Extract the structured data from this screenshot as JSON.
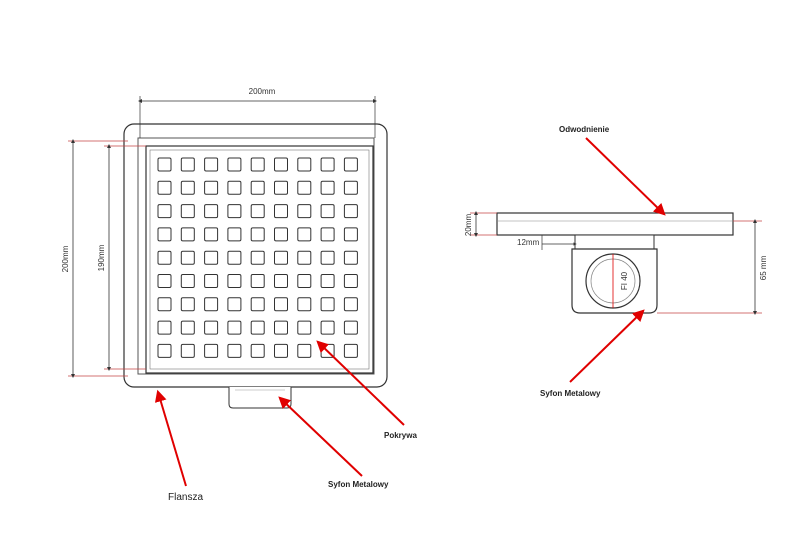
{
  "dimensions": {
    "top_width": "200mm",
    "outer_height": "200mm",
    "inner_height": "190mm",
    "side_height": "20mm",
    "side_offset": "12mm",
    "side_depth": "65 mm",
    "pipe_diameter": "FI 40"
  },
  "labels": {
    "odwodnienie": "Odwodnienie",
    "pokrywa": "Pokrywa",
    "syfon_front": "Syfon Metalowy",
    "syfon_side": "Syfon Metalowy",
    "flansza": "Flansza"
  },
  "grid": {
    "rows": 9,
    "cols": 9
  },
  "colors": {
    "arrow": "#e00000",
    "line": "#333333",
    "dim_line": "#c44444"
  }
}
